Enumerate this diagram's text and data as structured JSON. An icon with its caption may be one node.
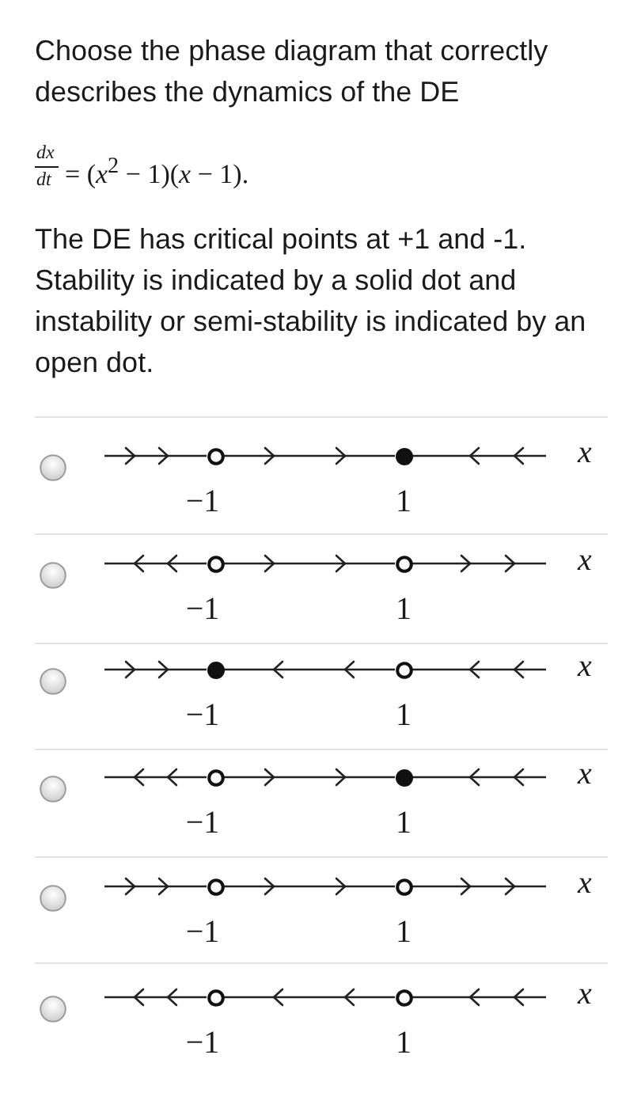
{
  "diagram": {
    "nodes": [
      {
        "text": [],
        "shape": "circle",
        "beside": [
          "−1"
        ]
      },
      {
        "text": [],
        "shape": "dot",
        "beside": [
          "1"
        ]
      },
      {
        "text": [],
        "shape": "circle",
        "beside": [
          "−1"
        ]
      },
      {
        "text": [],
        "shape": "circle",
        "beside": [
          "1"
        ]
      },
      {
        "text": [],
        "shape": "dot",
        "beside": [
          "−1"
        ]
      },
      {
        "text": [],
        "shape": "circle",
        "beside": [
          "1"
        ]
      },
      {
        "text": [],
        "shape": "circle",
        "beside": [
          "−1"
        ]
      },
      {
        "text": [],
        "shape": "dot",
        "beside": [
          "1"
        ]
      },
      {
        "text": [],
        "shape": "circle",
        "beside": [
          "−1"
        ]
      },
      {
        "text": [],
        "shape": "circle",
        "beside": [
          "1"
        ]
      },
      {
        "text": [],
        "shape": "circle",
        "beside": [
          "−1"
        ]
      },
      {
        "text": [],
        "shape": "circle",
        "beside": [
          "1"
        ]
      }
    ],
    "edges": [
      {
        "from": null,
        "to": 0,
        "arrow": "to"
      },
      {
        "from": 0,
        "to": 1,
        "arrow": "to"
      },
      {
        "from": null,
        "to": 1,
        "arrow": "to"
      },
      {
        "from": 2,
        "to": null,
        "arrow": "to"
      },
      {
        "from": 2,
        "to": 3,
        "arrow": "to"
      },
      {
        "from": 3,
        "to": null,
        "arrow": "to"
      },
      {
        "from": null,
        "to": 4,
        "arrow": "to"
      },
      {
        "from": 5,
        "to": 4,
        "arrow": "to"
      },
      {
        "from": null,
        "to": 5,
        "arrow": "to"
      },
      {
        "from": 6,
        "to": null,
        "arrow": "to"
      },
      {
        "from": 6,
        "to": 7,
        "arrow": "to"
      },
      {
        "from": null,
        "to": 7,
        "arrow": "to"
      },
      {
        "from": null,
        "to": 8,
        "arrow": "to"
      },
      {
        "from": 8,
        "to": 9,
        "arrow": "to"
      },
      {
        "from": 9,
        "to": null,
        "arrow": "to"
      },
      {
        "from": 10,
        "to": null,
        "arrow": "to"
      },
      {
        "from": 11,
        "to": 10,
        "arrow": "to"
      },
      {
        "from": null,
        "to": 11,
        "arrow": "to"
      }
    ],
    "labels": [
      "Choose the phase diagram that correctly describes the dynamics of the DE",
      "dx",
      "dt",
      "= (*x*$^{2}$ − 1)(*x* − 1).",
      "The DE has critical points at +1 and -1.",
      "Stability is indicated by a solid dot and instability or semi-stability is indicated by an open dot.",
      "x",
      "x",
      "x",
      "x",
      "x",
      "x"
    ]
  }
}
